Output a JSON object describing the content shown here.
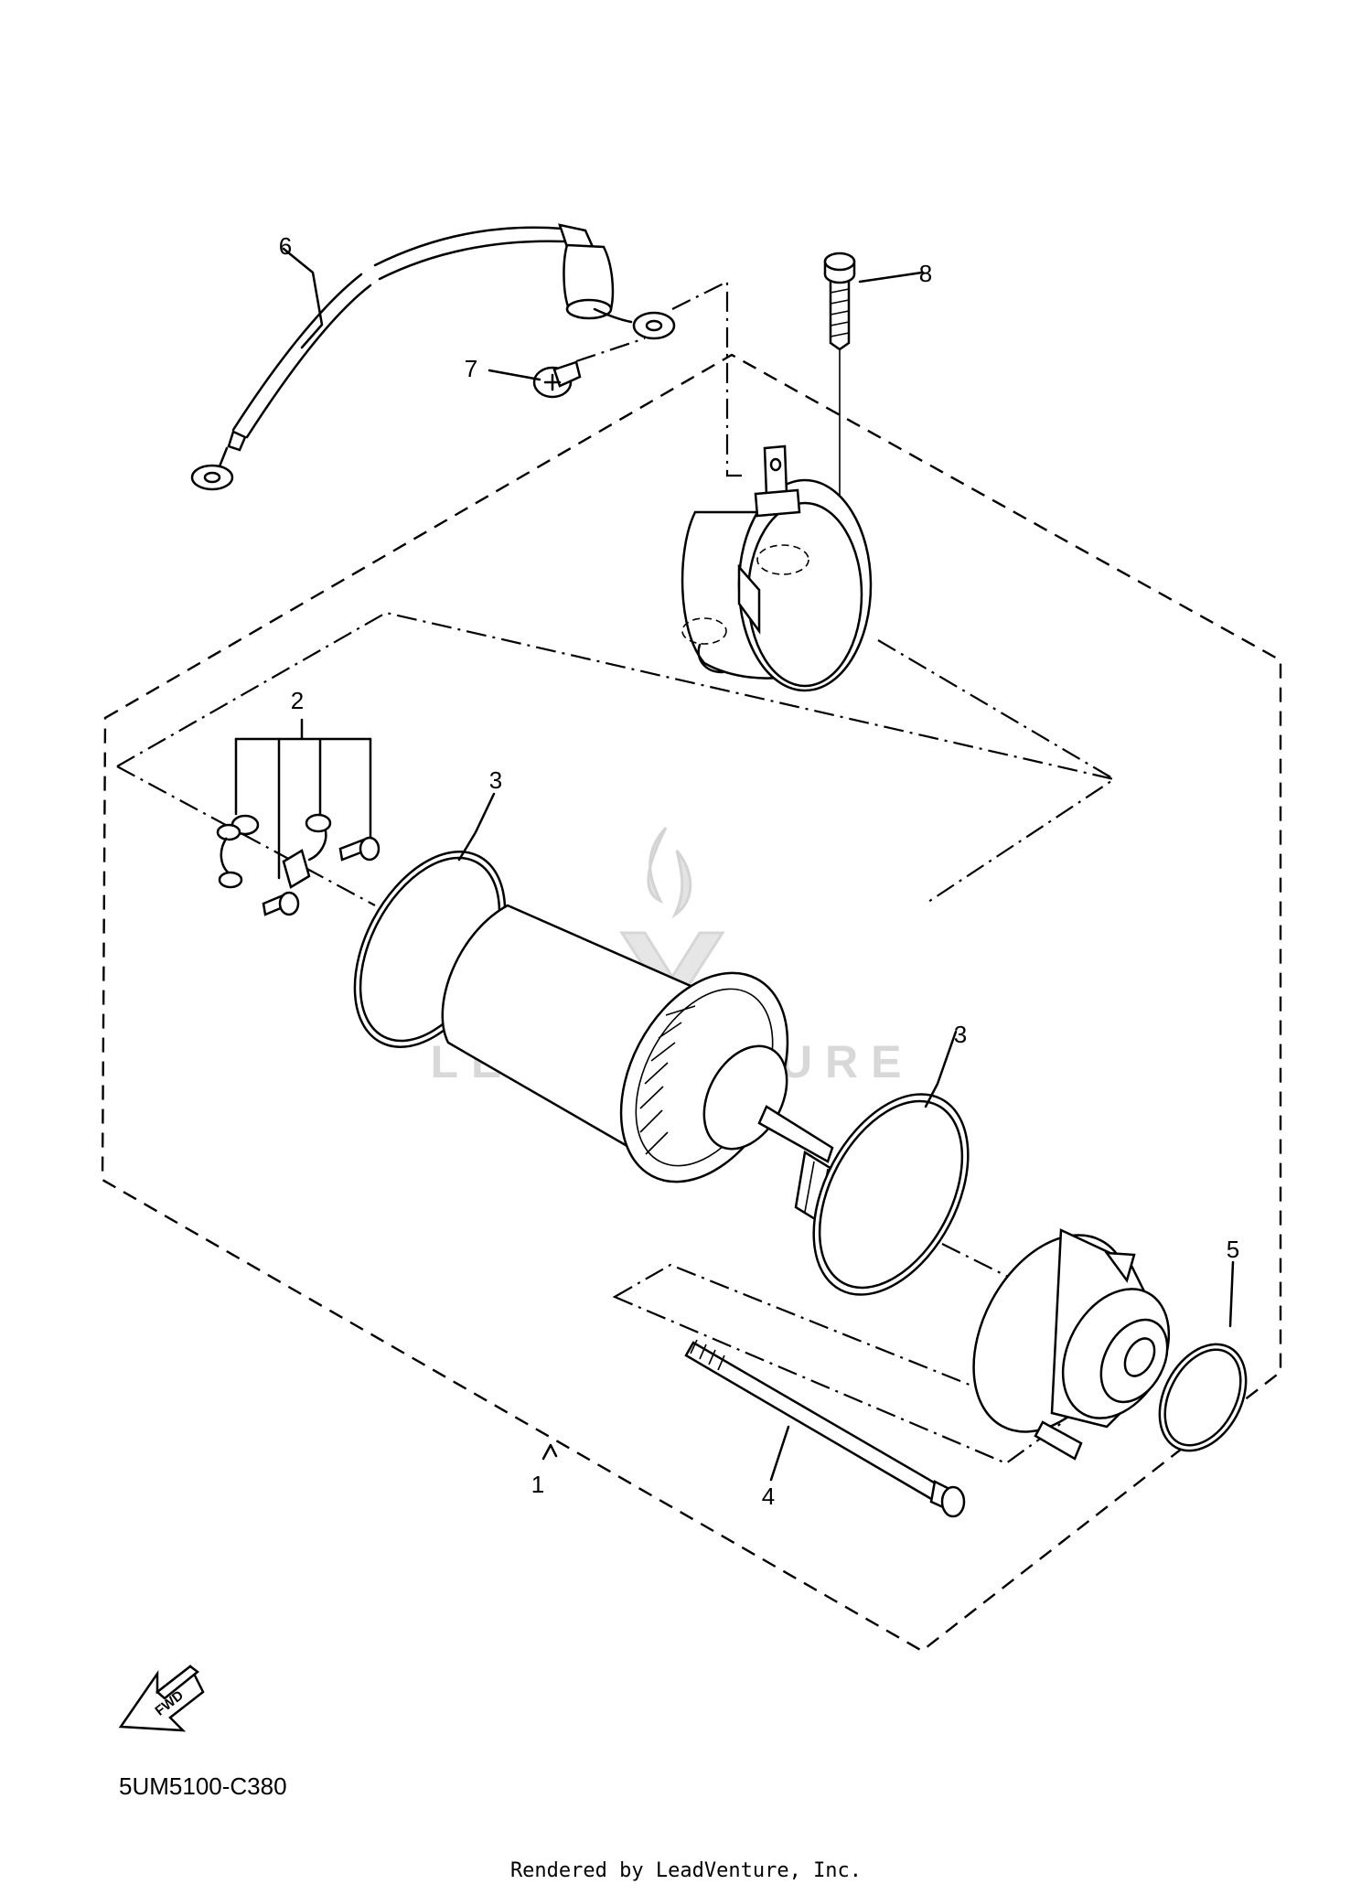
{
  "diagram": {
    "part_code": "5UM5100-C380",
    "footer": "Rendered by LeadVenture, Inc.",
    "watermark": "LEADVENTURE",
    "fwd_label": "FWD",
    "callouts": [
      "1",
      "2",
      "3",
      "3",
      "4",
      "5",
      "6",
      "7",
      "8"
    ]
  }
}
